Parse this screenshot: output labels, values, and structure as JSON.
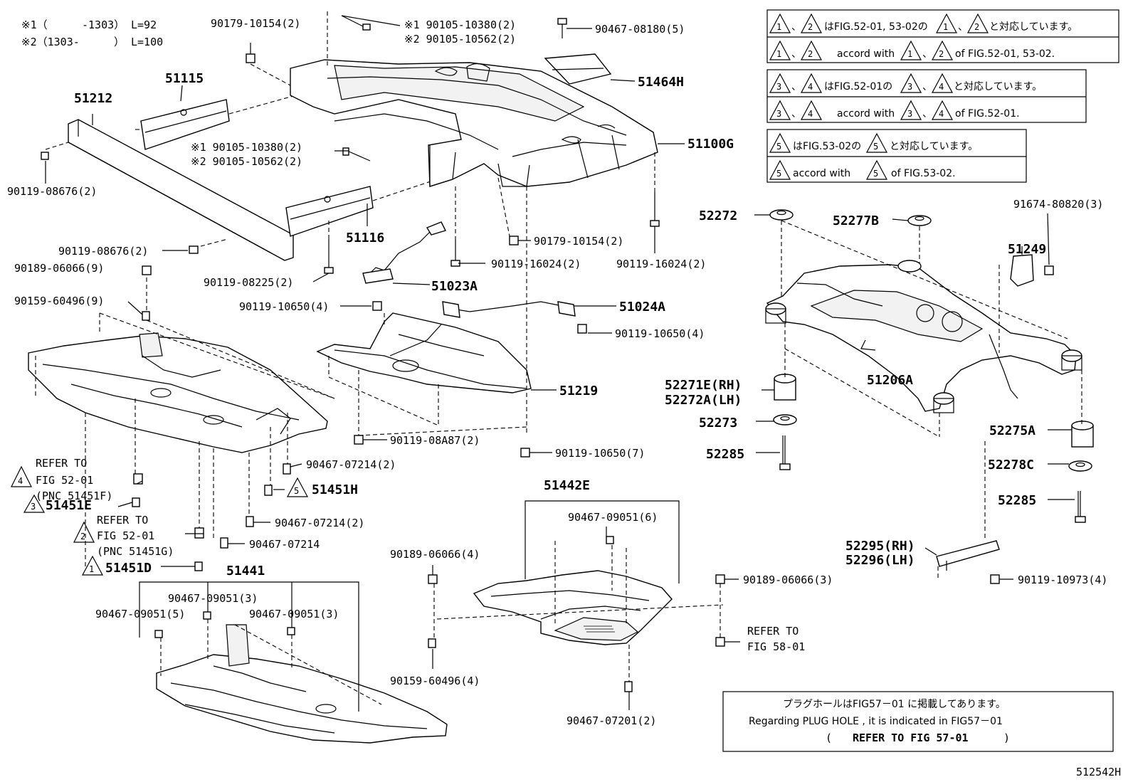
{
  "header_notes": {
    "note1_prefix": "※1（",
    "note1_range": "-1303）",
    "note1_len": "L=92",
    "note2_prefix": "※2（1303-",
    "note2_range": "）",
    "note2_len": "L=100"
  },
  "legend": {
    "box1_line1_jp": "はFIG.52-01, 53-02の",
    "box1_line1_tail": "と対応しています。",
    "box1_line2": "accord with",
    "box1_line2_tail": "of FIG.52-01, 53-02.",
    "box2_line1_jp": "はFIG.52-01の",
    "box2_line1_tail": "と対応しています。",
    "box2_line2": "accord with",
    "box2_line2_tail": "of FIG.52-01.",
    "box3_line1_jp": "はFIG.53-02の",
    "box3_line1_tail": "と対応しています。",
    "box3_line2": "accord with",
    "box3_line2_tail": "of FIG.53-02.",
    "sep": "、",
    "tri": [
      "1",
      "2",
      "3",
      "4",
      "5"
    ]
  },
  "labels": {
    "l_90179_10154_top": "90179-10154(2)",
    "l_90105_top_1": "※1 90105-10380(2)",
    "l_90105_top_2": "※2 90105-10562(2)",
    "l_90467_08180": "90467-08180(5)",
    "l_51464H": "51464H",
    "l_51115": "51115",
    "l_51212": "51212",
    "l_90105_mid_1": "※1 90105-10380(2)",
    "l_90105_mid_2": "※2 90105-10562(2)",
    "l_51100G": "51100G",
    "l_90119_08676_a": "90119-08676(2)",
    "l_51116": "51116",
    "l_90179_10154_mid": "90179-10154(2)",
    "l_90119_08676_b": "90119-08676(2)",
    "l_90189_06066_9": "90189-06066(9)",
    "l_90119_08225": "90119-08225(2)",
    "l_90119_16024_a": "90119-16024(2)",
    "l_90119_16024_b": "90119-16024(2)",
    "l_51023A": "51023A",
    "l_90159_60496_9": "90159-60496(9)",
    "l_90119_10650_4a": "90119-10650(4)",
    "l_51024A": "51024A",
    "l_90119_10650_4b": "90119-10650(4)",
    "l_51219": "51219",
    "l_52272": "52272",
    "l_52277B": "52277B",
    "l_91674": "91674-80820(3)",
    "l_51249": "51249",
    "l_51206A": "51206A",
    "l_52271E": "52271E(RH)",
    "l_52272A": "52272A(LH)",
    "l_52273": "52273",
    "l_52285_a": "52285",
    "l_52275A": "52275A",
    "l_52278C": "52278C",
    "l_52285_b": "52285",
    "l_52295": "52295(RH)",
    "l_52296": "52296(LH)",
    "l_90119_10973": "90119-10973(4)",
    "l_90119_08A87": "90119-08A87(2)",
    "l_90119_10650_7": "90119-10650(7)",
    "l_refer_to_a": "REFER TO",
    "l_fig_52_01_a": "FIG 52-01",
    "l_pnc_51451F": "(PNC 51451F)",
    "l_90467_07214_2a": "90467-07214(2)",
    "l_51451H": "51451H",
    "l_51451E": "51451E",
    "l_refer_to_b": "REFER TO",
    "l_fig_52_01_b": "FIG 52-01",
    "l_pnc_51451G": "(PNC 51451G)",
    "l_90467_07214_2b": "90467-07214(2)",
    "l_90467_07214": "90467-07214",
    "l_51451D": "51451D",
    "l_51441": "51441",
    "l_90467_09051_3a": "90467-09051(3)",
    "l_90467_09051_5": "90467-09051(5)",
    "l_90467_09051_3b": "90467-09051(3)",
    "l_51442E": "51442E",
    "l_90467_09051_6": "90467-09051(6)",
    "l_90189_06066_4": "90189-06066(4)",
    "l_90159_60496_4": "90159-60496(4)",
    "l_90189_06066_3": "90189-06066(3)",
    "l_refer_to_c": "REFER TO",
    "l_fig_58_01": "FIG 58-01",
    "l_90467_07201": "90467-07201(2)",
    "tri_4": "4",
    "tri_3": "3",
    "tri_2": "2",
    "tri_1": "1",
    "tri_5": "5"
  },
  "footer_box": {
    "line1": "プラグホールはFIG57－01 に掲載してあります。",
    "line2": "Regarding PLUG HOLE , it is indicated in FIG57－01",
    "line3_open": "(",
    "line3": "REFER TO FIG 57-01",
    "line3_close": ")"
  },
  "figure_id": "512542H"
}
